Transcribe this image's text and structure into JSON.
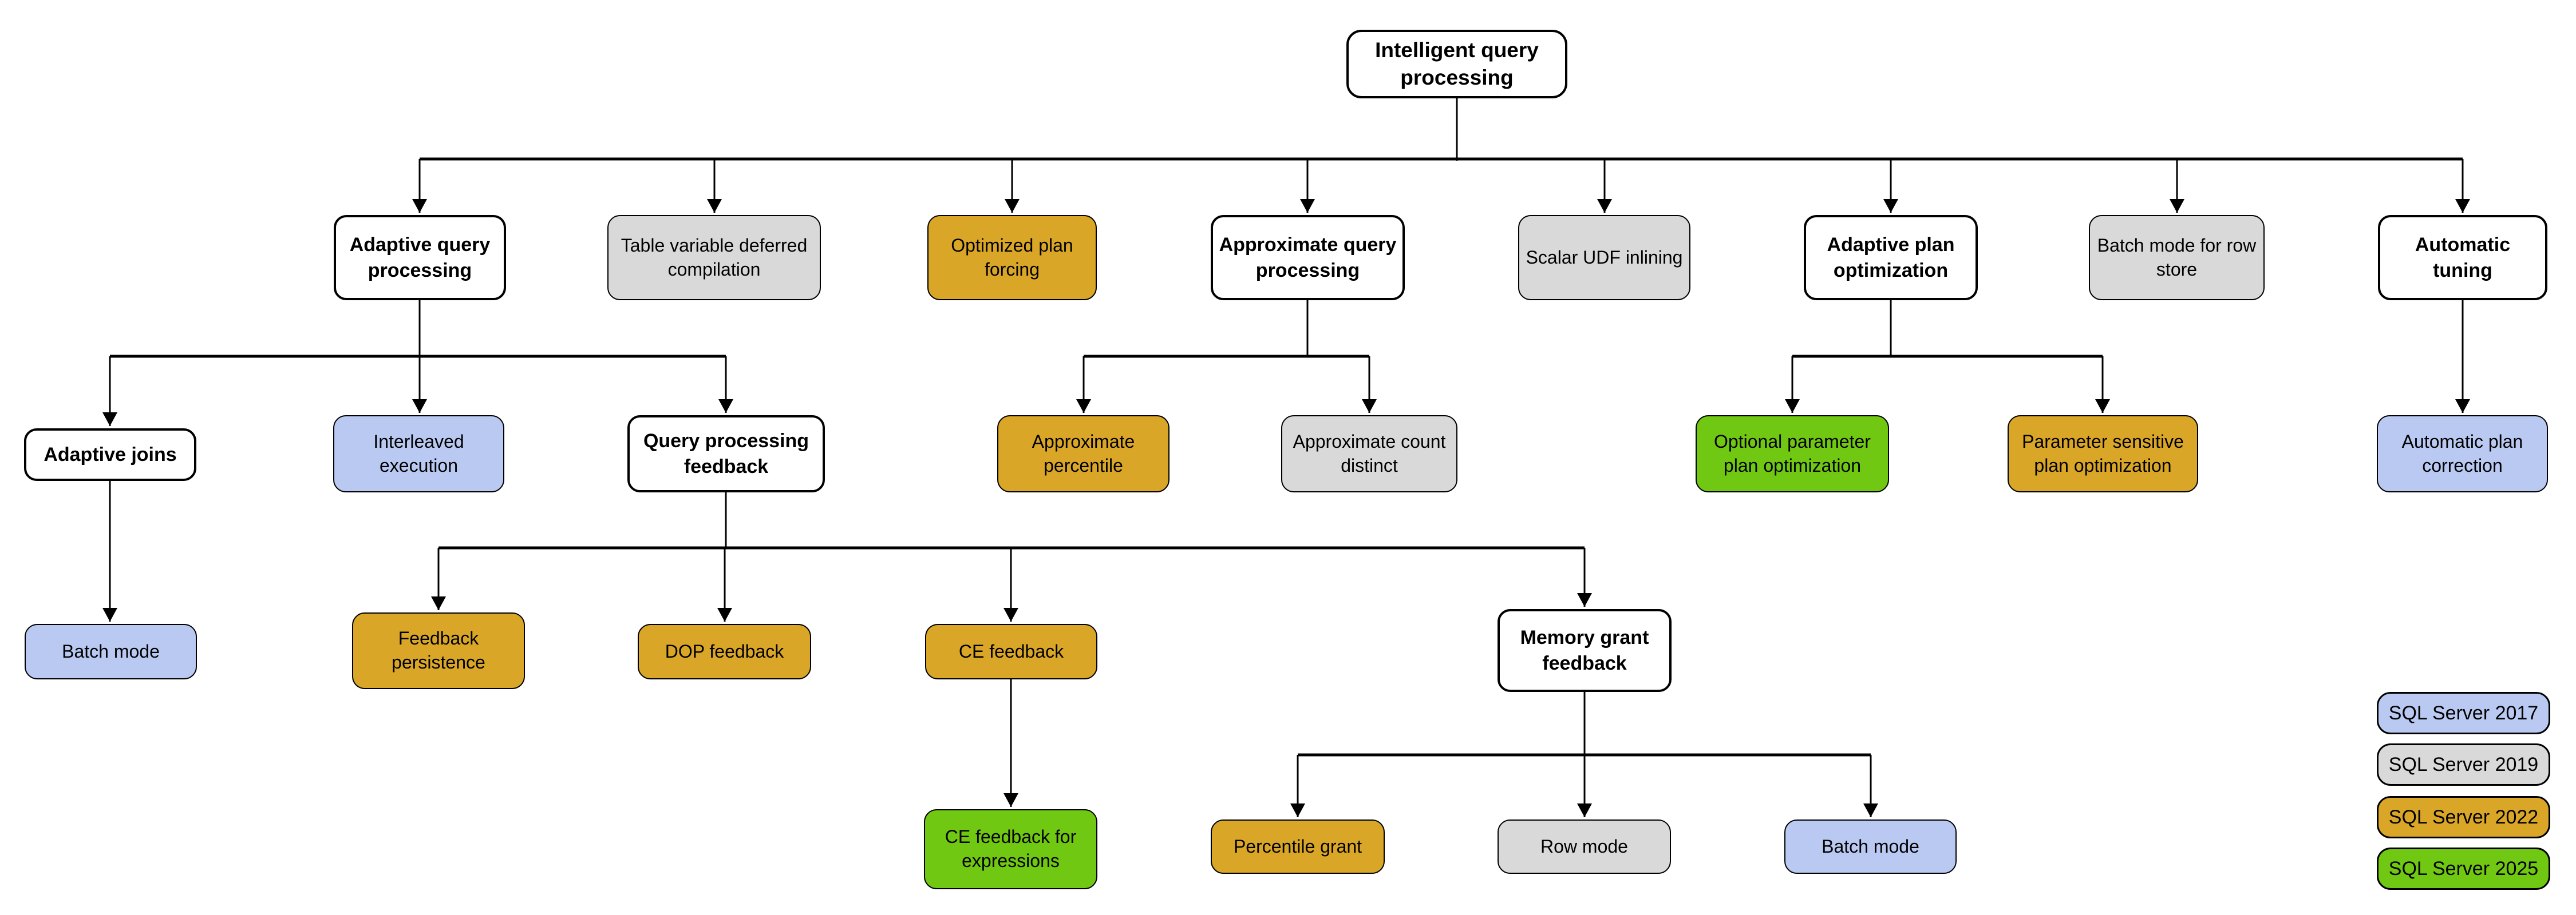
{
  "colors": {
    "white": "#ffffff",
    "blue": "#b9c9f2",
    "gray": "#d9d9d9",
    "gold": "#d9a627",
    "green": "#70c813",
    "border": "#000000",
    "line": "#000000",
    "background": "#ffffff"
  },
  "nodes": [
    {
      "id": "intelligent-query-processing",
      "label": "Intelligent query processing",
      "category": "group"
    },
    {
      "id": "adaptive-query-processing",
      "label": "Adaptive query processing",
      "category": "group"
    },
    {
      "id": "table-variable-deferred-compilation",
      "label": "Table variable deferred compilation",
      "category": "2019"
    },
    {
      "id": "optimized-plan-forcing",
      "label": "Optimized plan forcing",
      "category": "2022"
    },
    {
      "id": "approximate-query-processing",
      "label": "Approximate query processing",
      "category": "group"
    },
    {
      "id": "scalar-udf-inlining",
      "label": "Scalar UDF inlining",
      "category": "2019"
    },
    {
      "id": "adaptive-plan-optimization",
      "label": "Adaptive plan optimization",
      "category": "group"
    },
    {
      "id": "batch-mode-for-row-store",
      "label": "Batch mode for row store",
      "category": "2019"
    },
    {
      "id": "automatic-tuning",
      "label": "Automatic tuning",
      "category": "group"
    },
    {
      "id": "adaptive-joins",
      "label": "Adaptive joins",
      "category": "group"
    },
    {
      "id": "interleaved-execution",
      "label": "Interleaved execution",
      "category": "2017"
    },
    {
      "id": "query-processing-feedback",
      "label": "Query processing feedback",
      "category": "group"
    },
    {
      "id": "approximate-percentile",
      "label": "Approximate percentile",
      "category": "2022"
    },
    {
      "id": "approximate-count-distinct",
      "label": "Approximate count distinct",
      "category": "2019"
    },
    {
      "id": "optional-parameter-plan-optimization",
      "label": "Optional parameter plan optimization",
      "category": "2025"
    },
    {
      "id": "parameter-sensitive-plan-optimization",
      "label": "Parameter sensitive plan optimization",
      "category": "2022"
    },
    {
      "id": "automatic-plan-correction",
      "label": "Automatic plan correction",
      "category": "2017"
    },
    {
      "id": "batch-mode-adaptive-joins",
      "label": "Batch mode",
      "category": "2017"
    },
    {
      "id": "feedback-persistence",
      "label": "Feedback persistence",
      "category": "2022"
    },
    {
      "id": "dop-feedback",
      "label": "DOP feedback",
      "category": "2022"
    },
    {
      "id": "ce-feedback",
      "label": "CE feedback",
      "category": "2022"
    },
    {
      "id": "memory-grant-feedback",
      "label": "Memory grant feedback",
      "category": "group"
    },
    {
      "id": "ce-feedback-for-expressions",
      "label": "CE feedback for expressions",
      "category": "2025"
    },
    {
      "id": "percentile-grant",
      "label": "Percentile grant",
      "category": "2022"
    },
    {
      "id": "row-mode",
      "label": "Row mode",
      "category": "2019"
    },
    {
      "id": "batch-mode-memory-grant",
      "label": "Batch mode",
      "category": "2017"
    }
  ],
  "structure": {
    "intelligent-query-processing": [
      "adaptive-query-processing",
      "table-variable-deferred-compilation",
      "optimized-plan-forcing",
      "approximate-query-processing",
      "scalar-udf-inlining",
      "adaptive-plan-optimization",
      "batch-mode-for-row-store",
      "automatic-tuning"
    ],
    "adaptive-query-processing": [
      "adaptive-joins",
      "interleaved-execution",
      "query-processing-feedback"
    ],
    "approximate-query-processing": [
      "approximate-percentile",
      "approximate-count-distinct"
    ],
    "adaptive-plan-optimization": [
      "optional-parameter-plan-optimization",
      "parameter-sensitive-plan-optimization"
    ],
    "automatic-tuning": [
      "automatic-plan-correction"
    ],
    "adaptive-joins": [
      "batch-mode-adaptive-joins"
    ],
    "query-processing-feedback": [
      "feedback-persistence",
      "dop-feedback",
      "ce-feedback",
      "memory-grant-feedback"
    ],
    "ce-feedback": [
      "ce-feedback-for-expressions"
    ],
    "memory-grant-feedback": [
      "percentile-grant",
      "row-mode",
      "batch-mode-memory-grant"
    ]
  },
  "legend": [
    {
      "label": "SQL Server 2017",
      "color": "#b9c9f2"
    },
    {
      "label": "SQL Server 2019",
      "color": "#d9d9d9"
    },
    {
      "label": "SQL Server 2022",
      "color": "#d9a627"
    },
    {
      "label": "SQL Server 2025",
      "color": "#70c813"
    }
  ]
}
